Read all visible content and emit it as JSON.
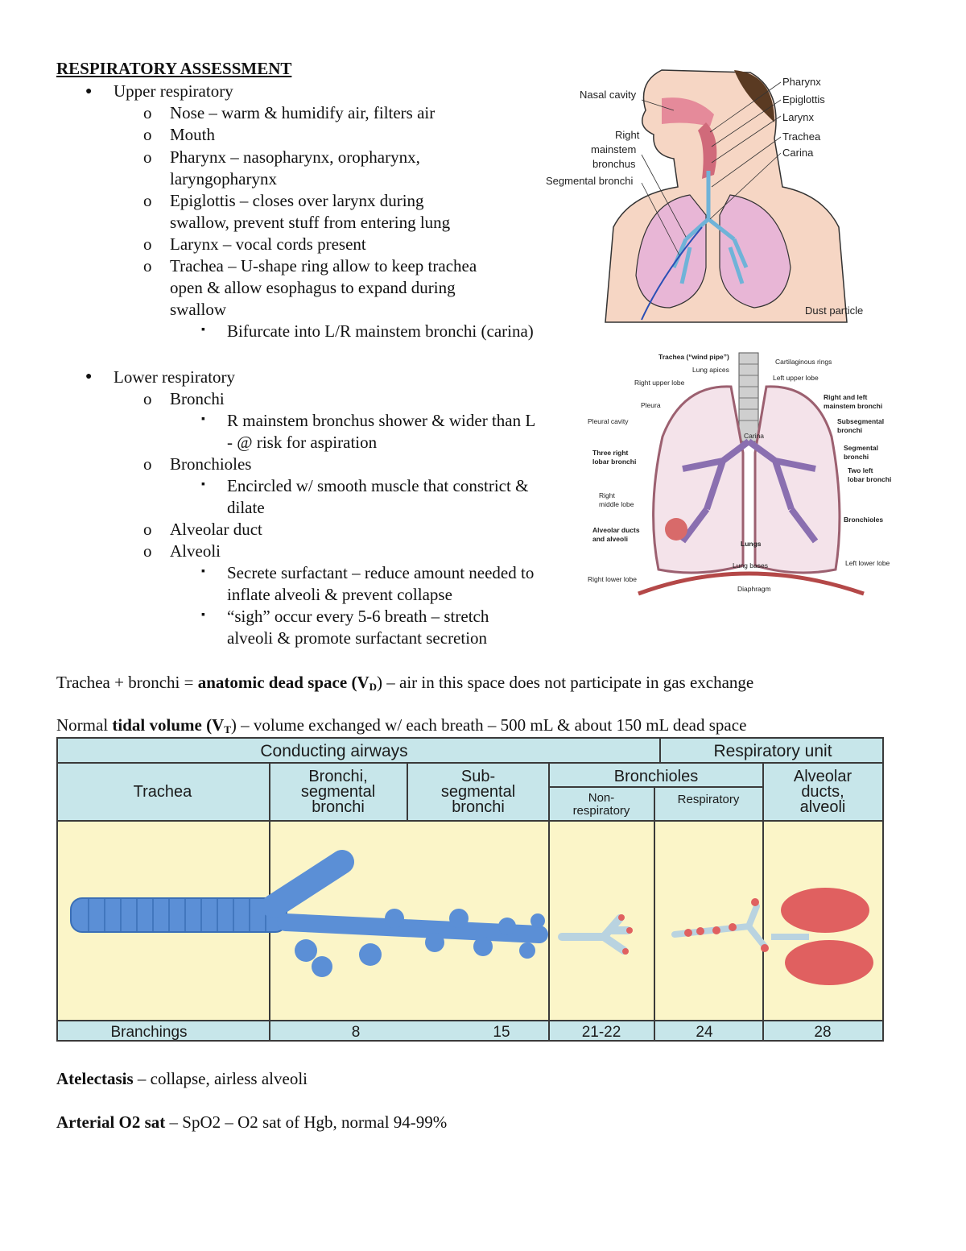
{
  "notes": {
    "title": "RESPIRATORY ASSESSMENT",
    "upper": {
      "label": "Upper respiratory",
      "items": [
        "Nose – warm & humidify air, filters air",
        "Mouth",
        "Pharynx – nasopharynx, oropharynx,",
        "laryngopharynx",
        "Epiglottis – closes over larynx during",
        "swallow, prevent stuff from entering lung",
        "Larynx – vocal cords present",
        "Trachea – U-shape ring allow to keep trachea",
        "open & allow esophagus to expand during",
        "swallow",
        "Bifurcate into L/R mainstem bronchi (carina)"
      ]
    },
    "lower": {
      "label": "Lower respiratory",
      "items": [
        "Bronchi",
        "R mainstem bronchus shower & wider than L",
        "- @ risk for aspiration",
        "Bronchioles",
        "Encircled w/ smooth muscle that constrict &",
        "dilate",
        "Alveolar duct",
        "Alveoli",
        "Secrete surfactant – reduce amount needed to",
        "inflate alveoli & prevent collapse",
        "“sigh” occur every 5-6 breath – stretch",
        "alveoli & promote surfactant secretion"
      ]
    },
    "dead_space": {
      "pre": "Trachea + bronchi = ",
      "bold": "anatomic dead space (V",
      "sub": "D",
      "post": ") – air in this space does not participate in gas exchange"
    },
    "tidal": {
      "pre": "Normal ",
      "bold": "tidal volume (V",
      "sub": "T",
      "post": ") – volume exchanged w/ each breath – 500 mL & about 150 mL dead space"
    },
    "atelectasis": {
      "term": "Atelectasis",
      "def": " – collapse, airless alveoli"
    },
    "o2sat": {
      "term": "Arterial O2 sat",
      "def": " – SpO2 – O2 sat of Hgb, normal 94-99%"
    },
    "bullets": {
      "disc": "●",
      "circle": "o",
      "square": "▪"
    }
  },
  "figure1": {
    "labels": [
      "Nasal cavity",
      "Pharynx",
      "Epiglottis",
      "Larynx",
      "Right",
      "mainstem",
      "bronchus",
      "Trachea",
      "Carina",
      "Segmental bronchi",
      "Dust particle"
    ]
  },
  "figure2": {
    "labels": [
      "Trachea (“wind pipe”)",
      "Cartilaginous rings",
      "Lung apices",
      "Right upper lobe",
      "Left upper lobe",
      "Pleura",
      "Right and left",
      "mainstem bronchi",
      "Pleural cavity",
      "Subsegmental",
      "bronchi",
      "Segmental",
      "bronchi",
      "Three right",
      "lobar bronchi",
      "Carina",
      "Two left",
      "lobar bronchi",
      "Right",
      "middle lobe",
      "Bronchioles",
      "Alveolar ducts",
      "and alveoli",
      "Lungs",
      "Lung bases",
      "Left lower lobe",
      "Right lower lobe",
      "Diaphragm"
    ]
  },
  "table": {
    "group1": "Conducting airways",
    "group2": "Respiratory unit",
    "col_trachea": "Trachea",
    "col_bronchi": [
      "Bronchi,",
      "segmental",
      "bronchi"
    ],
    "col_sub": [
      "Sub-",
      "segmental",
      "bronchi"
    ],
    "col_bronchioles": "Bronchioles",
    "col_nonresp": [
      "Non-",
      "respiratory"
    ],
    "col_resp": "Respiratory",
    "col_alveolar": [
      "Alveolar",
      "ducts,",
      "alveoli"
    ],
    "branchings_label": "Branchings",
    "branchings": [
      "8",
      "15",
      "21-22",
      "24",
      "28"
    ],
    "colors": {
      "header": "#c7e6ea",
      "body": "#fbf5c8",
      "airway": "#5b8fd6",
      "alveoli": "#e06060"
    }
  }
}
